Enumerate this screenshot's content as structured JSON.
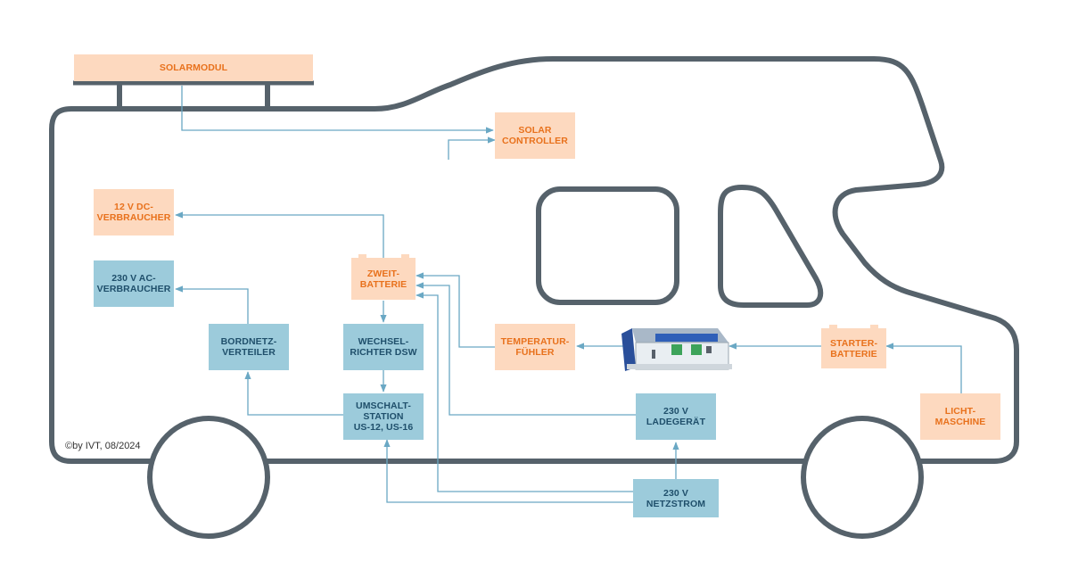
{
  "diagram": {
    "nodes": {
      "solarmodul": "SOLARMODUL",
      "solar_controller": "SOLAR\nCONTROLLER",
      "dc_verbraucher": "12 V DC-\nVERBRAUCHER",
      "ac_verbraucher": "230 V AC-\nVERBRAUCHER",
      "zweitbatterie": "ZWEIT-\nBATTERIE",
      "bordnetzverteiler": "BORDNETZ-\nVERTEILER",
      "wechselrichter": "WECHSEL-\nRICHTER DSW",
      "umschaltstation": "UMSCHALT-\nSTATION\nUS-12, US-16",
      "temperaturfuehler": "TEMPERATUR-\nFÜHLER",
      "starterbatterie": "STARTER-\nBATTERIE",
      "ladegeraet": "230 V\nLADEGERÄT",
      "lichtmaschine": "LICHT-\nMASCHINE",
      "netzstrom": "230 V\nNETZSTROM"
    },
    "copyright": "©by IVT, 08/2024",
    "colors": {
      "outline": "#56626b",
      "connector": "#6aa8c4",
      "orange_fill": "#fdd9bf",
      "orange_text": "#e8711c",
      "blue_fill": "#9ccbdb",
      "blue_text": "#1f4f6b"
    }
  }
}
